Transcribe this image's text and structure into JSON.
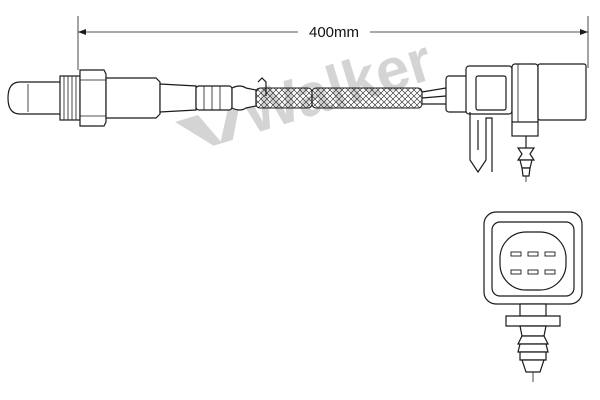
{
  "dimension": {
    "label": "400mm"
  },
  "watermark": {
    "text": "Walker"
  },
  "colors": {
    "line": "#1a1a1a",
    "watermark": "#d4d4d4",
    "background": "#ffffff"
  },
  "connector_pins": 6
}
